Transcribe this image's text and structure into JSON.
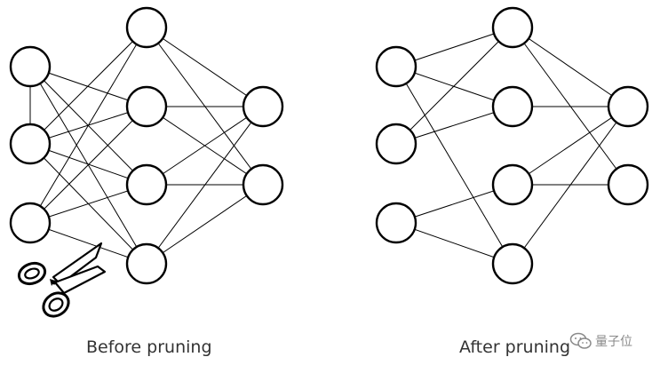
{
  "diagrams": [
    {
      "caption": "Before pruning",
      "layers": [
        3,
        4,
        2
      ],
      "edges": [
        [
          0,
          0,
          0,
          1
        ],
        [
          0,
          0,
          1,
          1
        ],
        [
          0,
          0,
          1,
          2
        ],
        [
          0,
          0,
          1,
          3
        ],
        [
          0,
          1,
          1,
          0
        ],
        [
          0,
          1,
          1,
          1
        ],
        [
          0,
          1,
          1,
          2
        ],
        [
          0,
          1,
          1,
          3
        ],
        [
          0,
          2,
          1,
          0
        ],
        [
          0,
          2,
          1,
          1
        ],
        [
          0,
          2,
          1,
          2
        ],
        [
          0,
          2,
          1,
          3
        ],
        [
          1,
          0,
          2,
          0
        ],
        [
          1,
          0,
          2,
          1
        ],
        [
          1,
          1,
          2,
          0
        ],
        [
          1,
          1,
          2,
          1
        ],
        [
          1,
          2,
          2,
          0
        ],
        [
          1,
          2,
          2,
          1
        ],
        [
          1,
          3,
          2,
          0
        ],
        [
          1,
          3,
          2,
          1
        ]
      ],
      "scissors_icon": "scissors-icon"
    },
    {
      "caption": "After pruning",
      "layers": [
        3,
        4,
        2
      ],
      "edges": [
        [
          0,
          0,
          1,
          0
        ],
        [
          0,
          0,
          1,
          1
        ],
        [
          0,
          0,
          1,
          3
        ],
        [
          0,
          1,
          1,
          0
        ],
        [
          0,
          1,
          1,
          1
        ],
        [
          0,
          2,
          1,
          2
        ],
        [
          0,
          2,
          1,
          3
        ],
        [
          1,
          0,
          2,
          0
        ],
        [
          1,
          0,
          2,
          1
        ],
        [
          1,
          1,
          2,
          0
        ],
        [
          1,
          2,
          2,
          0
        ],
        [
          1,
          2,
          2,
          1
        ],
        [
          1,
          3,
          2,
          0
        ]
      ]
    }
  ],
  "watermark": {
    "icon": "wechat-icon",
    "text": "量子位"
  },
  "colors": {
    "stroke": "#000000",
    "caption": "#333333",
    "watermark": "#8a8a8a"
  }
}
